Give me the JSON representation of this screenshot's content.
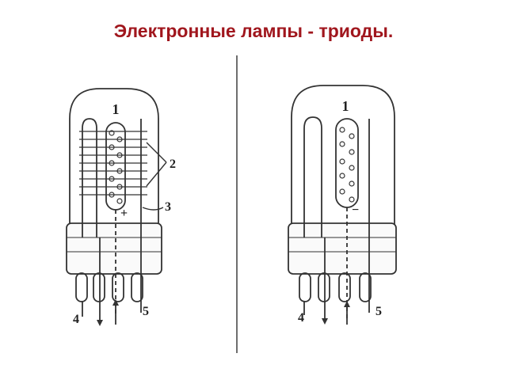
{
  "title": "Электронные лампы - триоды.",
  "left_tube": {
    "bulb_label": "1",
    "grid_label": "2",
    "anode_label": "3",
    "plus_sign": "+",
    "lead_left_label": "4",
    "lead_right_label": "5"
  },
  "right_tube": {
    "bulb_label": "1",
    "minus_sign": "−",
    "lead_left_label": "4",
    "lead_right_label": "5"
  },
  "colors": {
    "title": "#a0161d",
    "line": "#333333",
    "divider": "#6e6e6e"
  }
}
